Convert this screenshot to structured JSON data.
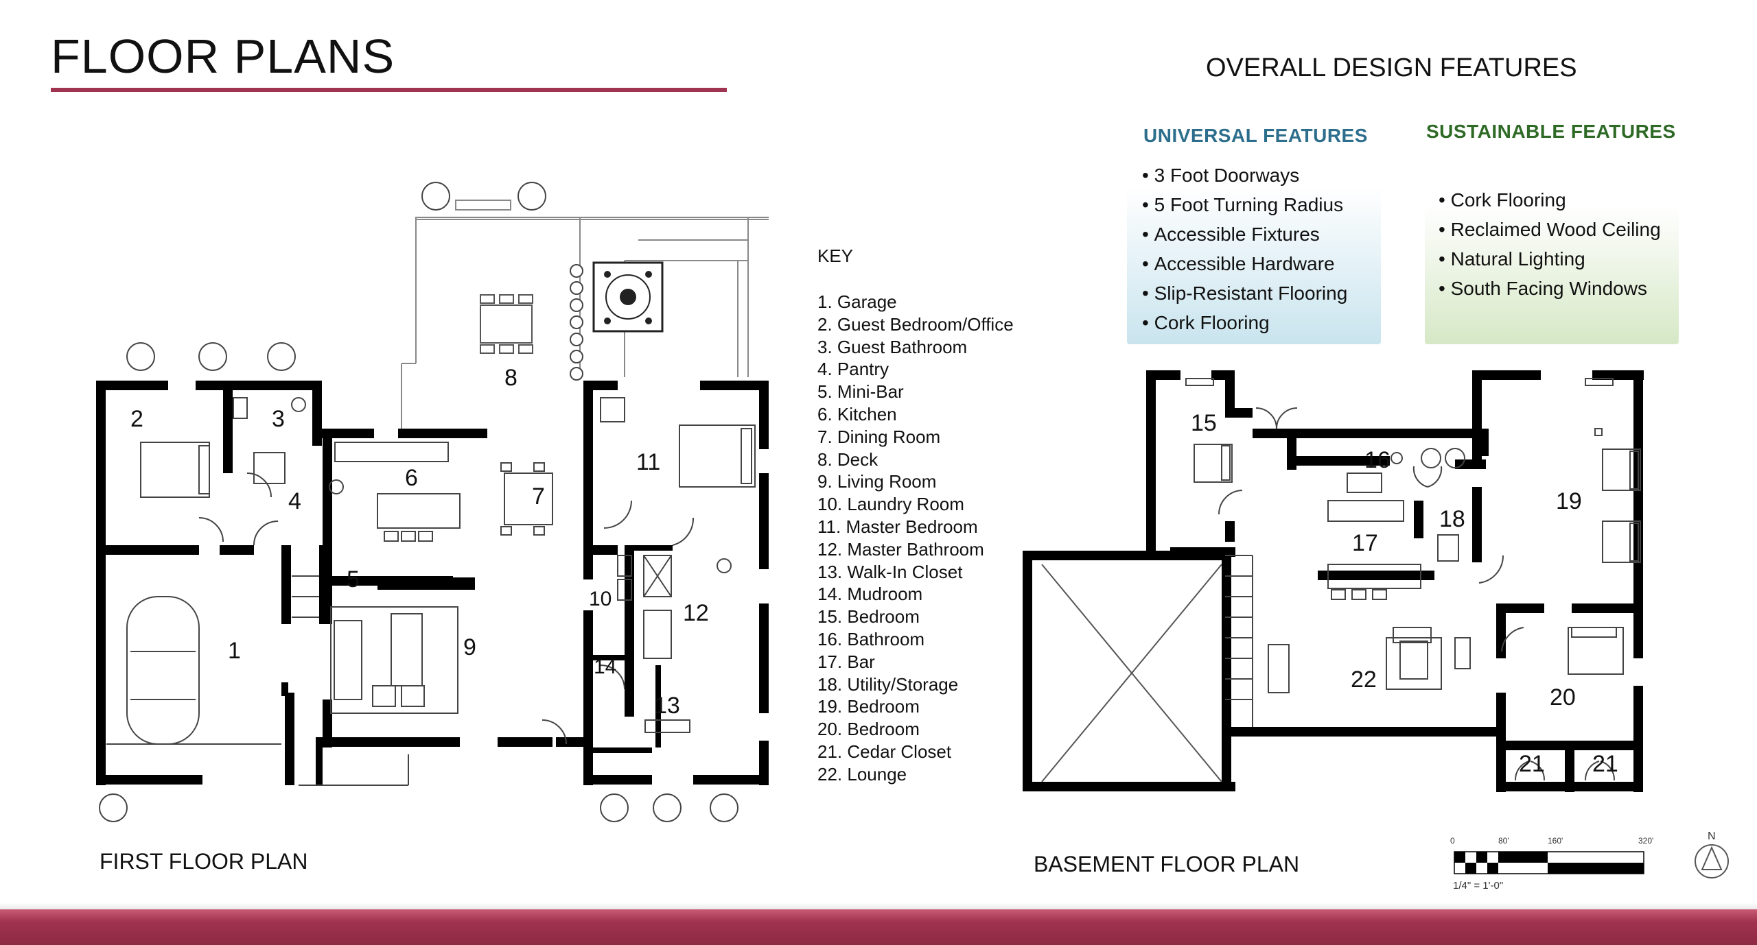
{
  "header": {
    "title": "FLOOR PLANS"
  },
  "plans": {
    "first_floor_label": "FIRST FLOOR PLAN",
    "basement_label": "BASEMENT FLOOR PLAN",
    "first_floor_rooms": [
      "1",
      "2",
      "3",
      "4",
      "5",
      "6",
      "7",
      "8",
      "9",
      "10",
      "11",
      "12",
      "13",
      "14"
    ],
    "basement_rooms": [
      "15",
      "16",
      "17",
      "18",
      "19",
      "20",
      "21",
      "21",
      "22"
    ]
  },
  "key": {
    "title": "KEY",
    "items": [
      "1. Garage",
      "2. Guest Bedroom/Office",
      "3. Guest Bathroom",
      "4. Pantry",
      "5. Mini-Bar",
      "6. Kitchen",
      "7. Dining Room",
      "8. Deck",
      "9. Living Room",
      "10. Laundry Room",
      "11. Master Bedroom",
      "12. Master Bathroom",
      "13. Walk-In Closet",
      "14. Mudroom",
      "15. Bedroom",
      "16. Bathroom",
      "17. Bar",
      "18. Utility/Storage",
      "19. Bedroom",
      "20. Bedroom",
      "21. Cedar Closet",
      "22. Lounge"
    ]
  },
  "features": {
    "title": "OVERALL DESIGN FEATURES",
    "universal": {
      "heading": "UNIVERSAL FEATURES",
      "color": "#2d6e8c",
      "items": [
        "3 Foot Doorways",
        "5 Foot Turning Radius",
        "Accessible Fixtures",
        "Accessible Hardware",
        "Slip-Resistant Flooring",
        "Cork Flooring"
      ]
    },
    "sustainable": {
      "heading": "SUSTAINABLE FEATURES",
      "color": "#2e6a26",
      "items": [
        "Cork Flooring",
        "Reclaimed Wood Ceiling",
        "Natural Lighting",
        "South Facing Windows"
      ]
    }
  },
  "scale": {
    "ticks": [
      "0",
      "80'",
      "160'",
      "320'"
    ],
    "ratio": "1/4\" = 1'-0\"",
    "north": "N"
  },
  "colors": {
    "accent": "#a0334f",
    "wall": "#000000"
  }
}
